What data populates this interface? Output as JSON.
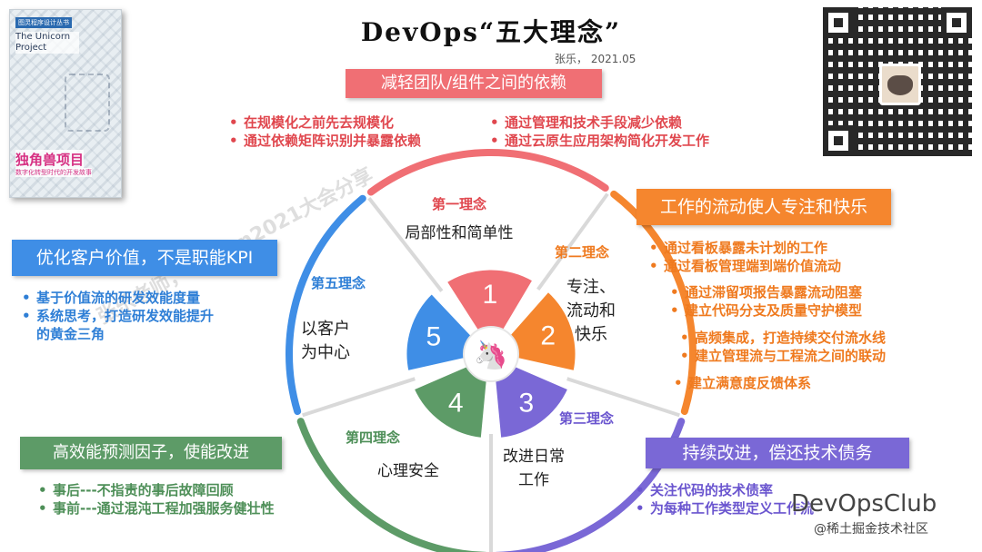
{
  "title": "DevOps“五大理念”",
  "credit": "张乐，  2021.05",
  "book": {
    "publisher_tag": "图灵程序设计丛书",
    "english_title": "The Unicorn Project",
    "chinese_title": "独角兽项目",
    "chinese_subtitle": "数字化转型时代的开发故事"
  },
  "principles": [
    {
      "ordinal": "第一理念",
      "number": "1",
      "name": "局部性和简单性",
      "banner": "减轻团队/组件之间的依赖",
      "color": "#f06f74",
      "text_color": "#e0474e",
      "bullets": [
        "在规模化之前先去规模化",
        "通过依赖矩阵识别并暴露依赖",
        "通过管理和技术手段减少依赖",
        "通过云原生应用架构简化开发工作"
      ]
    },
    {
      "ordinal": "第二理念",
      "number": "2",
      "name": [
        "专注、",
        "流动和",
        "快乐"
      ],
      "banner": "工作的流动使人专注和快乐",
      "color": "#f5862e",
      "text_color": "#ef7a1f",
      "bullets": [
        "通过看板暴露未计划的工作",
        "通过看板管理端到端价值流动",
        "通过滞留项报告暴露流动阻塞",
        "建立代码分支及质量守护模型",
        "高频集成，打造持续交付流水线",
        "建立管理流与工程流之间的联动",
        "建立满意度反馈体系"
      ]
    },
    {
      "ordinal": "第三理念",
      "number": "3",
      "name": [
        "改进日常",
        "工作"
      ],
      "banner": "持续改进，偿还技术债务",
      "color": "#7a68d6",
      "text_color": "#6a55cf",
      "bullets": [
        "关注代码的技术债率",
        "为每种工作类型定义工作流"
      ]
    },
    {
      "ordinal": "第四理念",
      "number": "4",
      "name": "心理安全",
      "banner": "高效能预测因子，使能改进",
      "color": "#5d9b67",
      "text_color": "#4e8f58",
      "bullets": [
        "事后---不指责的事后故障回顾",
        "事前---通过混沌工程加强服务健壮性"
      ]
    },
    {
      "ordinal": "第五理念",
      "number": "5",
      "name": [
        "以客户",
        "为中心"
      ],
      "banner": "优化客户价值，不是职能KPI",
      "color": "#3f8ee6",
      "text_color": "#2f7fd6",
      "bullets": [
        "基于价值流的研发效能度量",
        "系统思考，打造研发效能提升",
        "的黄金三角"
      ]
    }
  ],
  "watermark": "张乐老师，QECon2021大会分享",
  "brand": "DevOpsClub",
  "brand_sub": "@稀土掘金技术社区",
  "icons": [
    "unicorn-icon",
    "qr-code",
    "book-cover"
  ]
}
